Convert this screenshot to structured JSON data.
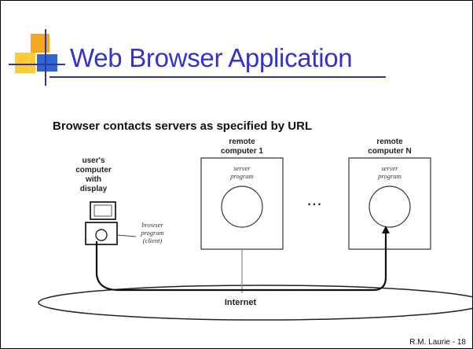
{
  "slide": {
    "title": "Web Browser Application",
    "subtitle": "Browser contacts servers as specified by URL",
    "footer": "R.M. Laurie - 18"
  },
  "diagram": {
    "client": {
      "label_lines": [
        "user's",
        "computer",
        "with",
        "display"
      ],
      "browser_lines": [
        "browser",
        "program",
        "(client)"
      ]
    },
    "remote1": {
      "label_lines": [
        "remote",
        "computer 1"
      ],
      "program_lines": [
        "server",
        "program"
      ]
    },
    "remoteN": {
      "label_lines": [
        "remote",
        "computer N"
      ],
      "program_lines": [
        "server",
        "program"
      ]
    },
    "ellipsis": "...",
    "network_label": "Internet"
  },
  "colors": {
    "title": "#3333cc",
    "accent_blue": "#3366cc",
    "accent_orange": "#f5a623",
    "accent_yellow": "#ffcc33"
  }
}
